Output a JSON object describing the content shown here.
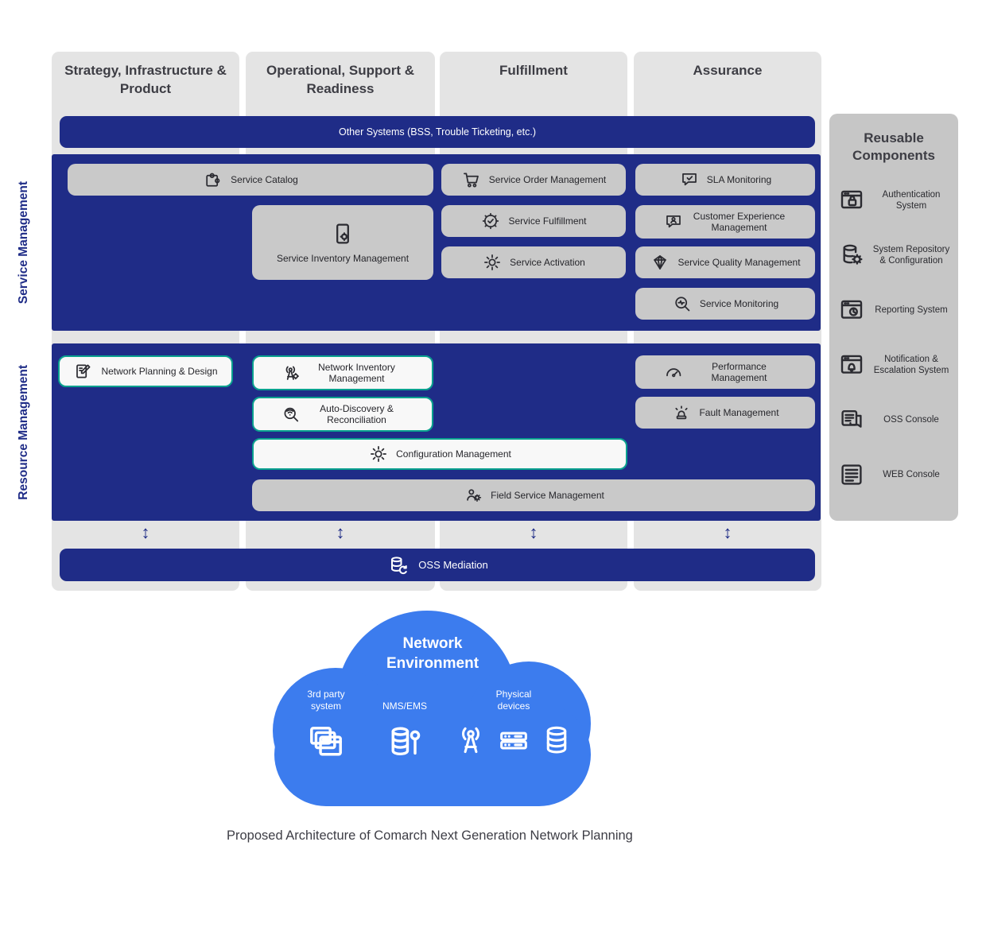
{
  "colors": {
    "navy": "#1f2c87",
    "column_bg": "#e4e4e4",
    "pill_gray": "#c9c9c9",
    "panel_gray": "#c6c6c6",
    "teal": "#0aa18f",
    "cloud_blue": "#3c7cee",
    "text_dark": "#3d3d44",
    "white": "#ffffff"
  },
  "columns": [
    {
      "label": "Strategy, Infrastructure & Product"
    },
    {
      "label": "Operational, Support & Readiness"
    },
    {
      "label": "Fulfillment"
    },
    {
      "label": "Assurance"
    }
  ],
  "other_systems": {
    "label": "Other Systems (BSS, Trouble Ticketing, etc.)"
  },
  "service_management": {
    "label": "Service Management",
    "items": [
      {
        "label": "Service Catalog",
        "icon": "puzzle"
      },
      {
        "label": "Service Order Management",
        "icon": "cart"
      },
      {
        "label": "SLA Monitoring",
        "icon": "chat-check"
      },
      {
        "label": "Service Inventory Management",
        "icon": "doc-gear"
      },
      {
        "label": "Service Fulfillment",
        "icon": "gear-check"
      },
      {
        "label": "Customer Experience Management",
        "icon": "chat-person"
      },
      {
        "label": "Service Activation",
        "icon": "gear"
      },
      {
        "label": "Service Quality Management",
        "icon": "diamond"
      },
      {
        "label": "Service Monitoring",
        "icon": "pulse-magnifier"
      }
    ]
  },
  "resource_management": {
    "label": "Resource Management",
    "items": [
      {
        "label": "Network Planning & Design",
        "icon": "pencil-board"
      },
      {
        "label": "Network Inventory Management",
        "icon": "antenna-gear"
      },
      {
        "label": "Performance Management",
        "icon": "gauge"
      },
      {
        "label": "Auto-Discovery & Reconciliation",
        "icon": "magnifier-wave"
      },
      {
        "label": "Fault Management",
        "icon": "alarm"
      },
      {
        "label": "Configuration Management",
        "icon": "gear"
      },
      {
        "label": "Field Service Management",
        "icon": "person-gear"
      }
    ]
  },
  "glyphs": {
    "vertical_arrow": "↕"
  },
  "oss_mediation": {
    "label": "OSS Mediation",
    "icon": "database-sync"
  },
  "reusable": {
    "title": "Reusable Components",
    "items": [
      {
        "label": "Authentication System",
        "icon": "window-lock"
      },
      {
        "label": "System Repository & Configuration",
        "icon": "database-gear"
      },
      {
        "label": "Reporting System",
        "icon": "window-clock"
      },
      {
        "label": "Notification & Escalation System",
        "icon": "window-bell"
      },
      {
        "label": "OSS Console",
        "icon": "console"
      },
      {
        "label": "WEB Console",
        "icon": "web-list"
      }
    ]
  },
  "cloud": {
    "title": "Network Environment",
    "groups": [
      {
        "label": "3rd party system",
        "icons": [
          "stacked-windows"
        ]
      },
      {
        "label": "NMS/EMS",
        "icons": [
          "database-wrench"
        ]
      },
      {
        "label": "Physical devices",
        "icons": [
          "antenna",
          "server",
          "database"
        ]
      }
    ]
  },
  "caption": "Proposed Architecture of Comarch Next Generation Network Planning"
}
